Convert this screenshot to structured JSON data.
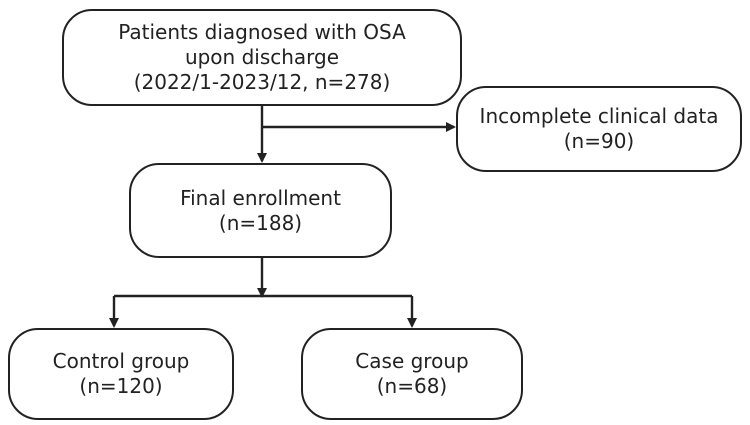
{
  "nodes": {
    "patients": {
      "line1": "Patients diagnosed with OSA",
      "line2": "upon discharge",
      "line3": "(2022/1-2023/12, n=278)"
    },
    "incomplete": {
      "line1": "Incomplete clinical data",
      "line2": "(n=90)"
    },
    "final": {
      "line1": "Final enrollment",
      "line2": "(n=188)"
    },
    "control": {
      "line1": "Control group",
      "line2": "(n=120)"
    },
    "case": {
      "line1": "Case group",
      "line2": "(n=68)"
    }
  },
  "colors": {
    "stroke": "#222222",
    "background": "#ffffff"
  }
}
